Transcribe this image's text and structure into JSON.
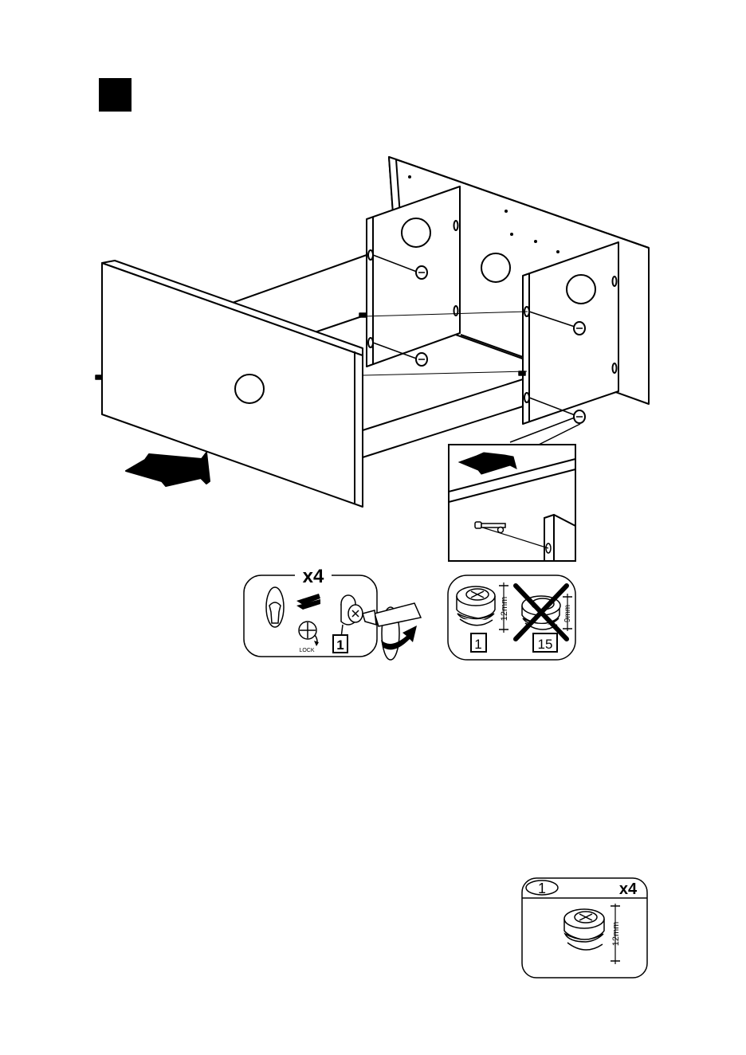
{
  "step_panel": {
    "quantity_label": "x4",
    "lock_label": "LOCK",
    "part_number": "1"
  },
  "spec_panel": {
    "correct_part_number": "1",
    "correct_height": "12mm",
    "wrong_part_number": "15",
    "wrong_height": "9mm"
  },
  "parts_box": {
    "part_number": "1",
    "quantity_label": "x4",
    "height_label": "12mm"
  },
  "icons": [
    "step-marker-icon",
    "push-arrow-icon",
    "cam-lock-icon",
    "screwdriver-icon",
    "rotate-arrow-icon",
    "cross-out-icon"
  ]
}
